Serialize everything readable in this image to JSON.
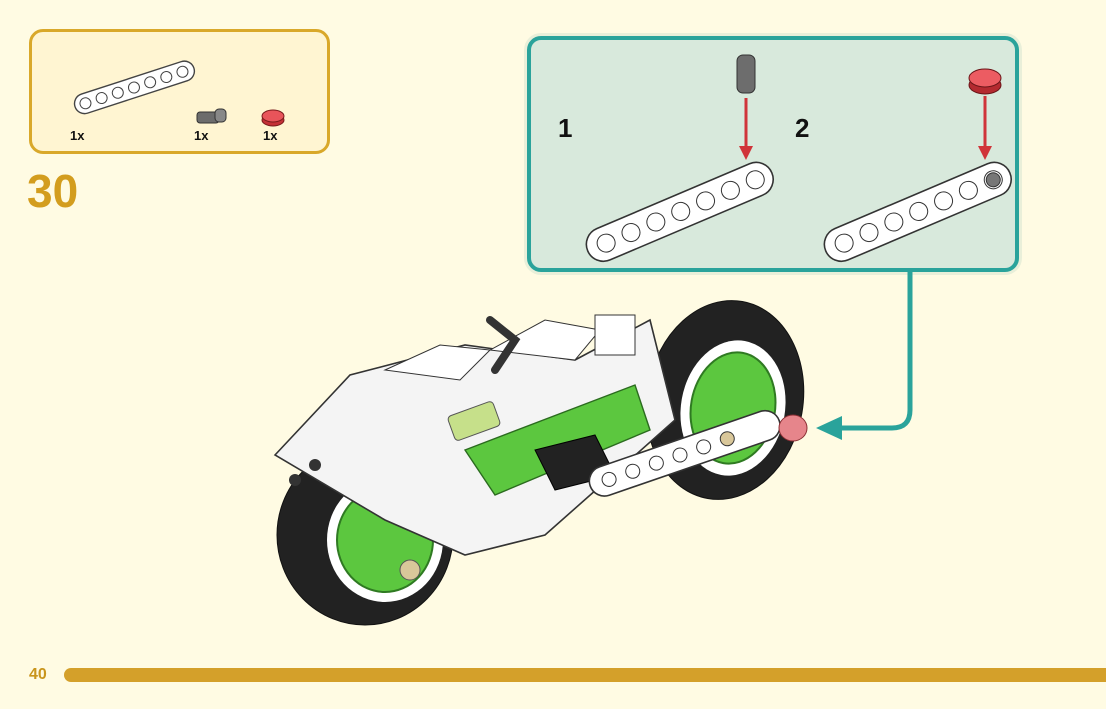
{
  "parts": [
    {
      "name": "white-7-hole-beam",
      "qty": "1x"
    },
    {
      "name": "gray-connector-pin",
      "qty": "1x"
    },
    {
      "name": "red-round-tile",
      "qty": "1x"
    }
  ],
  "step": {
    "number": "30"
  },
  "substeps": [
    {
      "number": "1"
    },
    {
      "number": "2"
    }
  ],
  "page": {
    "number": "40"
  },
  "colors": {
    "page_bg": "#fffbe3",
    "parts_border": "#d9a82a",
    "accent_gold": "#d39d1e",
    "substep_border": "#2aa39b",
    "substep_bg": "#d8e9dc",
    "arrow_red": "#d0343a",
    "arrow_teal": "#2aa39b",
    "lego_green": "#5cc73f"
  }
}
